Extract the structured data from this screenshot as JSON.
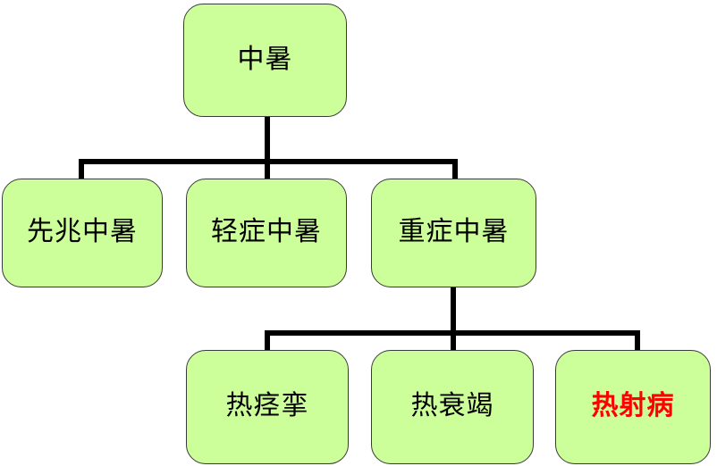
{
  "diagram": {
    "type": "hierarchy-tree",
    "title_node": "中暑",
    "accent_colors": {
      "node_fill": "#CCFF99",
      "node_border": "#3A3A3A",
      "connector": "#000000",
      "highlight_text": "#FF0000",
      "default_text": "#000000",
      "background": "#FFFFFF"
    },
    "nodes": {
      "root": {
        "label": "中暑",
        "highlight": false
      },
      "level2": [
        {
          "label": "先兆中暑",
          "highlight": false
        },
        {
          "label": "轻症中暑",
          "highlight": false
        },
        {
          "label": "重症中暑",
          "highlight": false
        }
      ],
      "level3": [
        {
          "label": "热痉挛",
          "highlight": false
        },
        {
          "label": "热衰竭",
          "highlight": false
        },
        {
          "label": "热射病",
          "highlight": true
        }
      ]
    }
  }
}
